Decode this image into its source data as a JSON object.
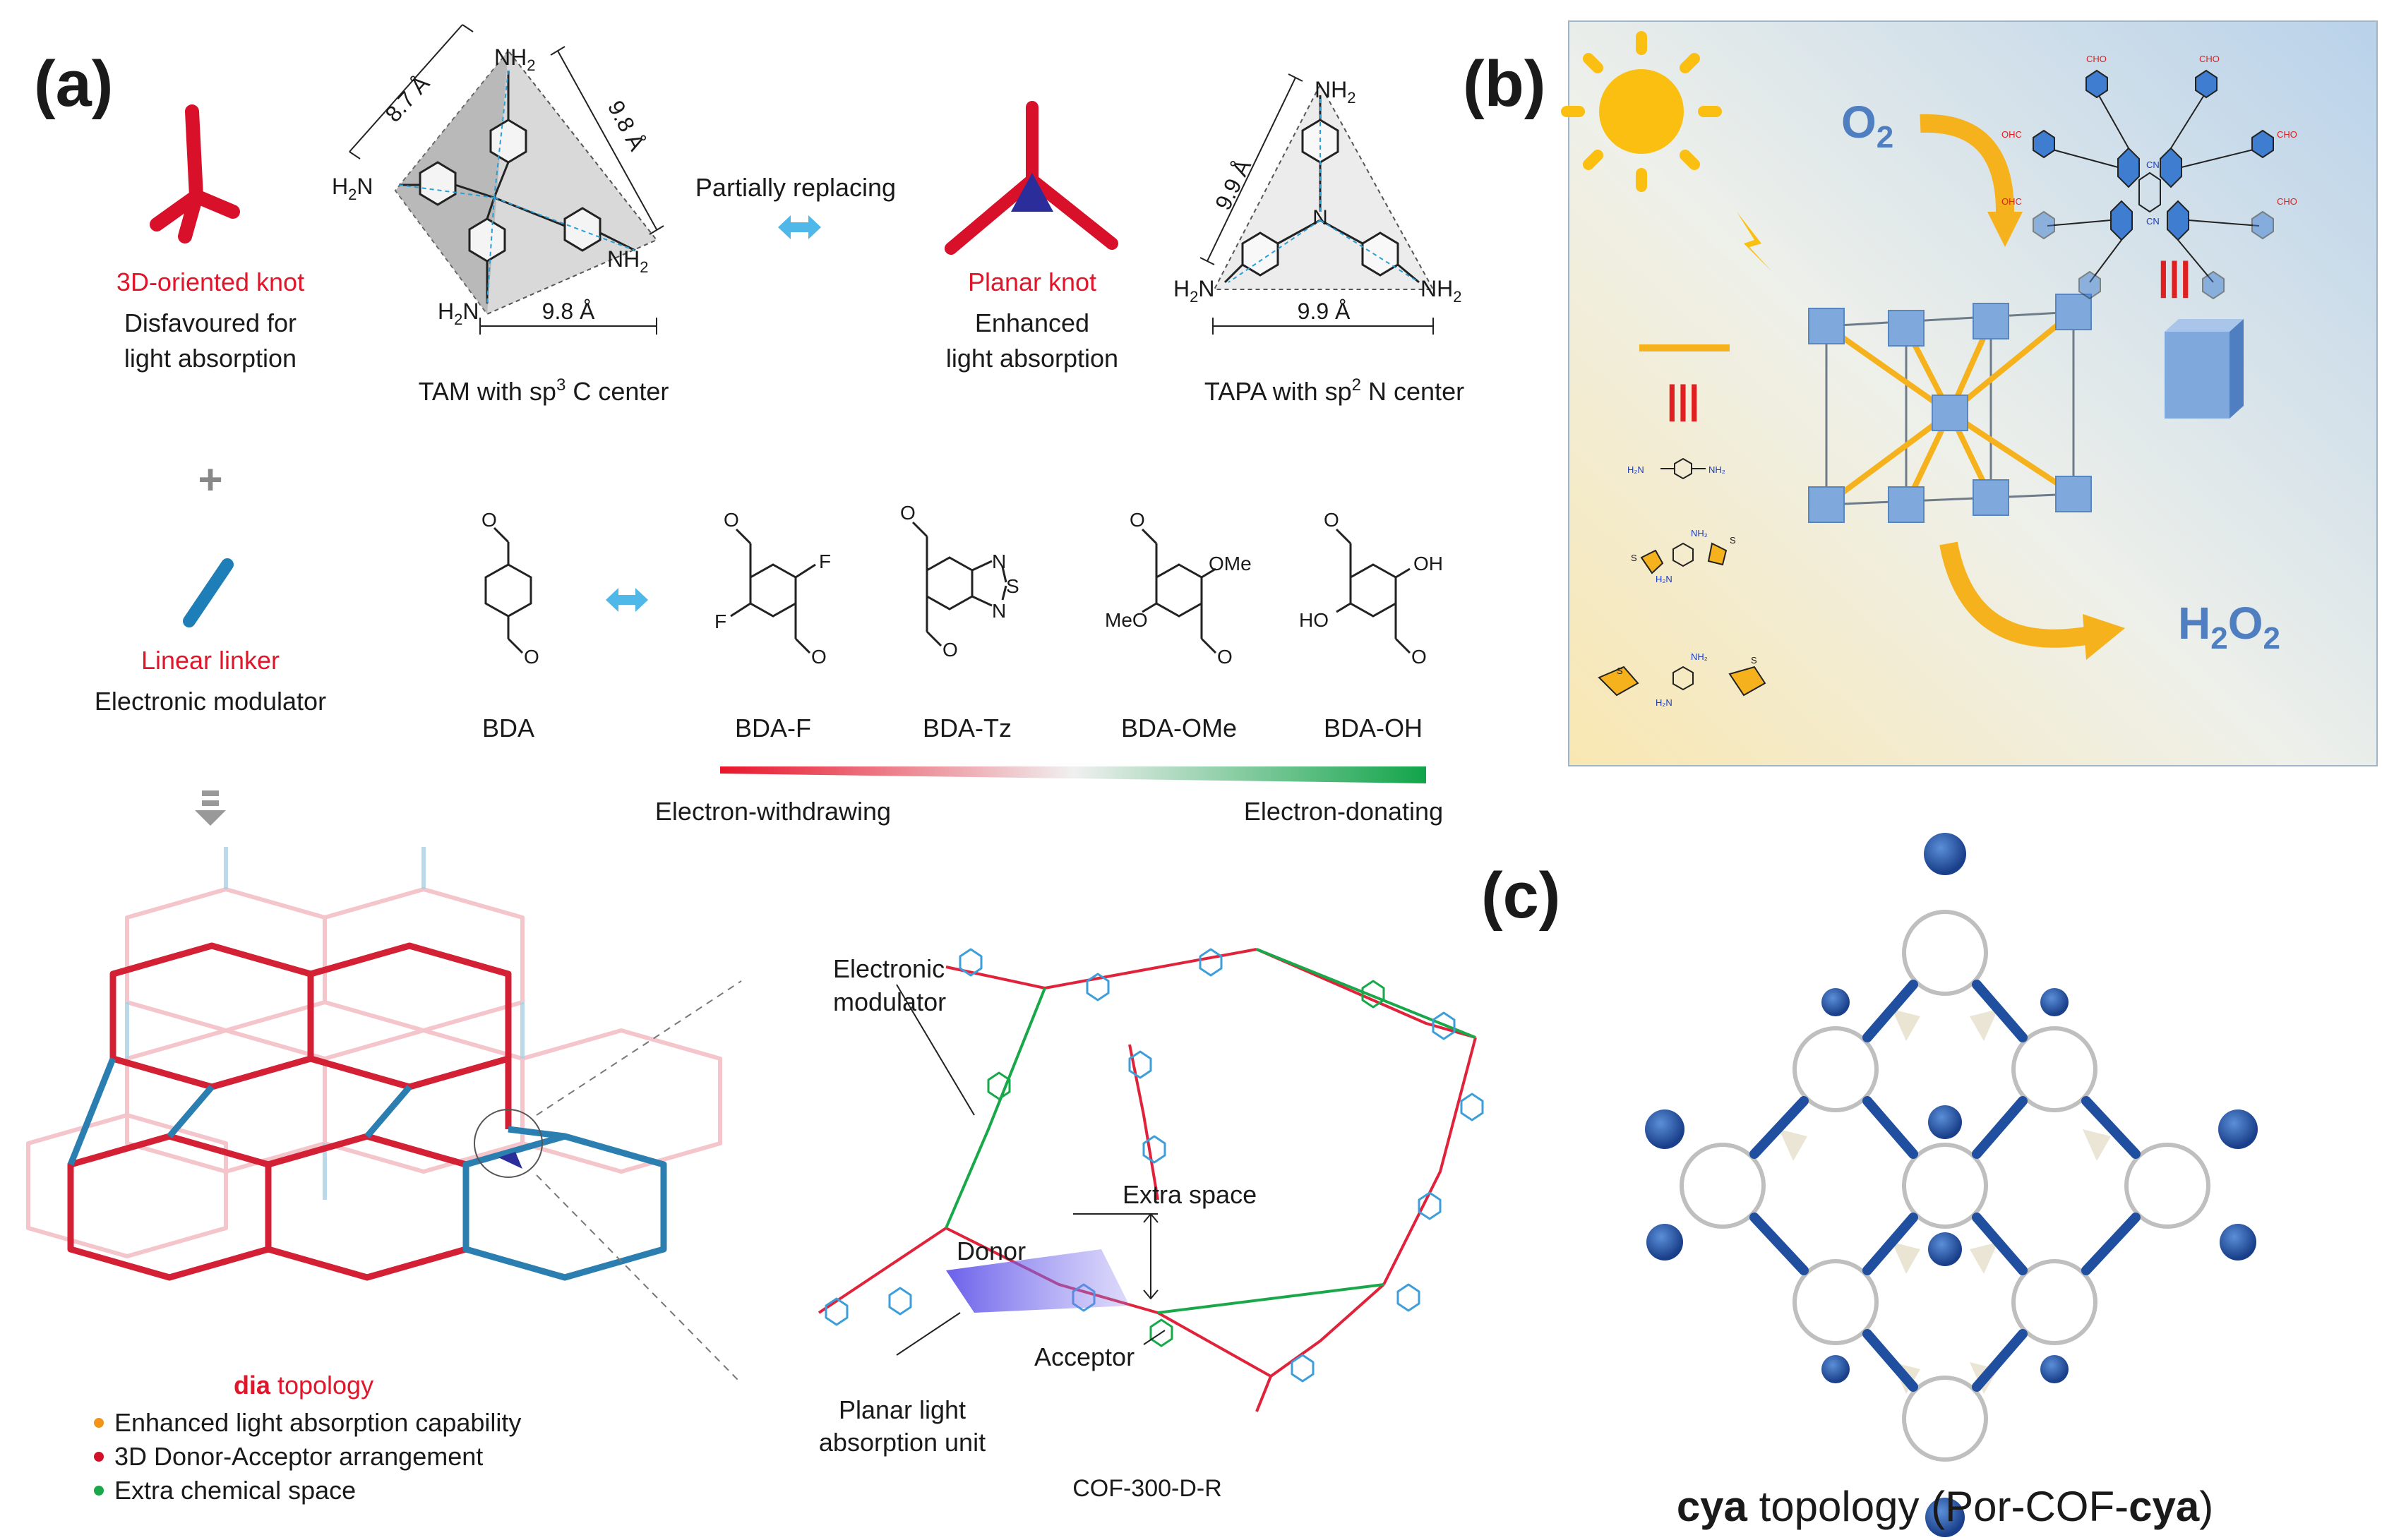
{
  "panel_a": {
    "label": "(a)",
    "knot3d": {
      "name": "3D-oriented knot",
      "desc1": "Disfavoured for",
      "desc2": "light absorption"
    },
    "tam": {
      "caption_pre": "TAM with sp",
      "caption_sup": "3",
      "caption_post": " C center",
      "nh2": "NH",
      "h2n": "H",
      "sub2": "2",
      "n_tail": "N",
      "d1": "8.7 Å",
      "d2": "9.8 Å",
      "d3": "9.8 Å"
    },
    "replace_label": "Partially replacing",
    "planar": {
      "name": "Planar knot",
      "desc1": "Enhanced",
      "desc2": "light absorption"
    },
    "tapa": {
      "caption_pre": "TAPA with sp",
      "caption_sup": "2",
      "caption_post": " N center",
      "d1": "9.9 Å",
      "d2": "9.9 Å",
      "n_center": "N"
    },
    "plus": "+",
    "linker": {
      "name": "Linear linker",
      "desc": "Electronic modulator"
    },
    "aldehydes": [
      "BDA",
      "BDA-F",
      "BDA-Tz",
      "BDA-OMe",
      "BDA-OH"
    ],
    "substituents": {
      "f": "F",
      "n": "N",
      "s": "S",
      "ome": "OMe",
      "meo": "MeO",
      "oh": "OH",
      "ho": "HO",
      "o": "O"
    },
    "gradient": {
      "left": "Electron-withdrawing",
      "right": "Electron-donating",
      "color_left": "#e8142a",
      "color_right": "#11a44a"
    },
    "dia": {
      "title_bold": "dia",
      "title_rest": " topology",
      "bullets": [
        {
          "text": "Enhanced light absorption capability",
          "color": "#f29418"
        },
        {
          "text": "3D Donor-Acceptor arrangement",
          "color": "#d3102a"
        },
        {
          "text": "Extra chemical space",
          "color": "#18a849"
        }
      ]
    },
    "cof": {
      "modulator1": "Electronic",
      "modulator2": "modulator",
      "extra_space": "Extra space",
      "donor": "Donor",
      "acceptor": "Acceptor",
      "planar1": "Planar light",
      "planar2": "absorption unit",
      "name": "COF-300-D-R"
    }
  },
  "panel_b": {
    "label": "(b)",
    "o2": "O",
    "h": "H",
    "o": "O",
    "sub2": "2",
    "cho": "CHO",
    "ohc": "OHC",
    "small_labels": {
      "nh2": "NH₂",
      "h2n": "H₂N",
      "s": "S",
      "cn": "CN"
    },
    "equals": "|||",
    "background_color": "#cfe0ee"
  },
  "panel_c": {
    "label": "(c)",
    "caption_b1": "cya",
    "caption_mid": " topology (Por-COF-",
    "caption_b2": "cya",
    "caption_end": ")"
  }
}
